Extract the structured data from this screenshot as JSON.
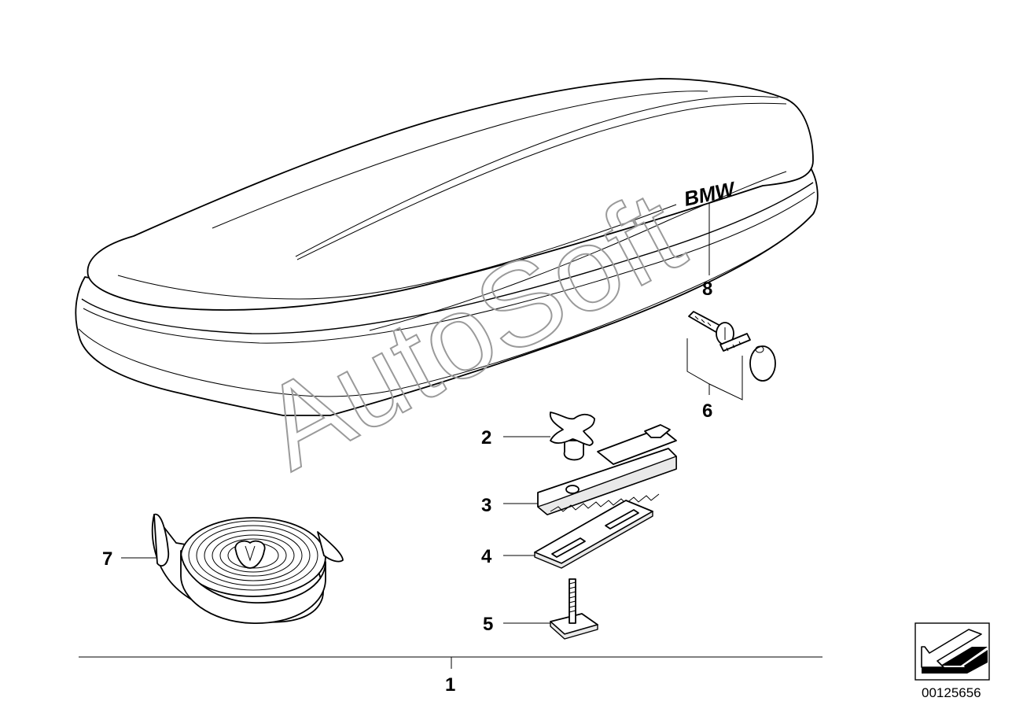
{
  "brand_text": "BMW",
  "watermark": "AutoSoft",
  "callouts": {
    "c1": "1",
    "c2": "2",
    "c3": "3",
    "c4": "4",
    "c5": "5",
    "c6": "6",
    "c7": "7",
    "c8": "8"
  },
  "part_number": "00125656"
}
